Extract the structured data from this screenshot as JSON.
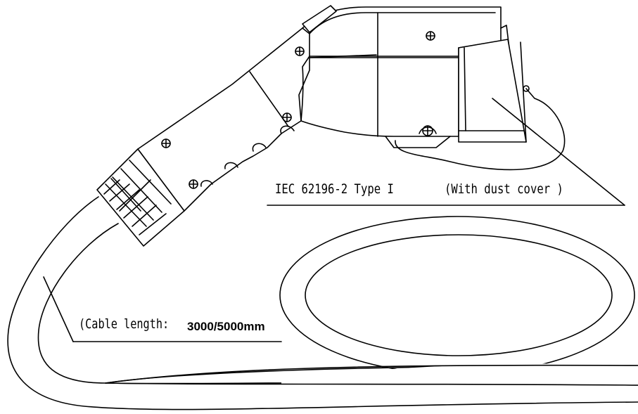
{
  "labels": {
    "model": "IEC 62196-2 Type I",
    "dust_cover": "(With dust cover )",
    "cable_prefix": "(Cable length:",
    "cable_value": "3000/5000mm"
  },
  "colors": {
    "line": "#000000",
    "background": "#ffffff"
  }
}
